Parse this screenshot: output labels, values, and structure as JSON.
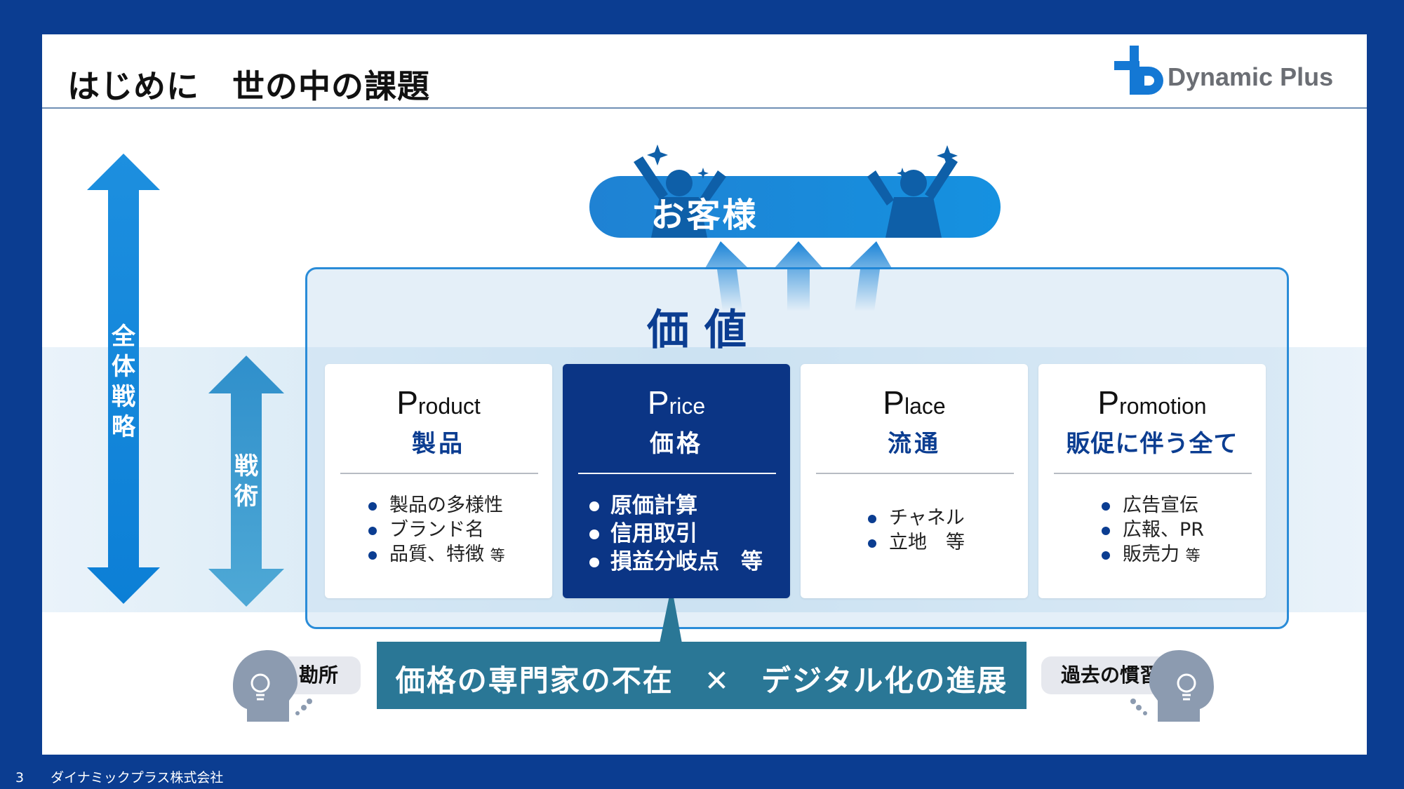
{
  "slide": {
    "title": "はじめに　世の中の課題",
    "logo_text": "Dynamic Plus",
    "customer_label": "お客様",
    "value_label": "価値",
    "axis": {
      "strategy": "全体戦略",
      "tactics": "戦術"
    },
    "cards": [
      {
        "head_initial": "P",
        "head_rest": "roduct",
        "sub": "製品",
        "items": [
          "製品の多様性",
          "ブランド名",
          "品質、特徴"
        ],
        "suffix": "等"
      },
      {
        "head_initial": "P",
        "head_rest": "rice",
        "sub": "価格",
        "items": [
          "原価計算",
          "信用取引",
          "損益分岐点"
        ],
        "suffix": "等"
      },
      {
        "head_initial": "P",
        "head_rest": "lace",
        "sub": "流通",
        "items": [
          "チャネル",
          "立地"
        ],
        "suffix": "等"
      },
      {
        "head_initial": "P",
        "head_rest": "romotion",
        "sub": "販促に伴う全て",
        "items": [
          "広告宣伝",
          "広報、PR",
          "販売力"
        ],
        "suffix": "等"
      }
    ],
    "issue": {
      "left": "価格の専門家の不在",
      "times": "✕",
      "right": "デジタル化の進展"
    },
    "bubble_left": "勘所",
    "bubble_right": "過去の慣習"
  },
  "footer": {
    "page_number": "3",
    "company": "ダイナミックプラス株式会社"
  },
  "colors": {
    "frame": "#0b3d91",
    "accent": "#1591e0",
    "issue_bg": "#2a7796",
    "price_card": "#0b3585"
  }
}
